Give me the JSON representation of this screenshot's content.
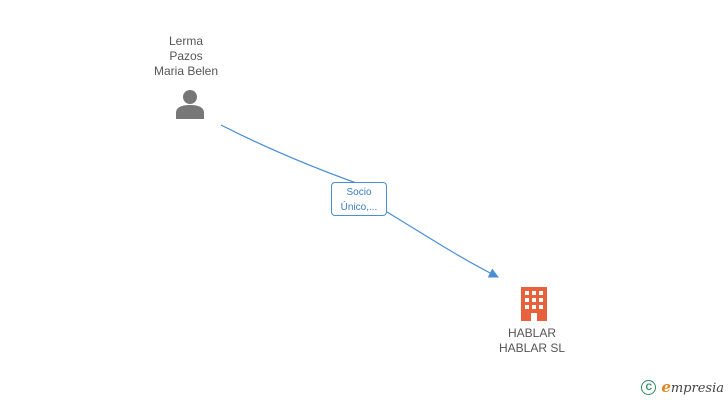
{
  "nodes": {
    "person": {
      "name_lines": [
        "Lerma",
        "Pazos",
        "Maria Belen"
      ],
      "icon": "person-icon",
      "icon_color": "#777777"
    },
    "company": {
      "name_lines": [
        "HABLAR",
        "HABLAR SL"
      ],
      "icon": "building-icon",
      "icon_color": "#e8603c"
    }
  },
  "edges": [
    {
      "from": "person",
      "to": "company",
      "label_lines": [
        "Socio",
        "Único,..."
      ],
      "color": "#4a8ed6"
    }
  ],
  "watermark": {
    "symbol": "C",
    "brand_first": "e",
    "brand_rest": "mpresia",
    "color": "#2e8a5f",
    "accent": "#e0861e"
  }
}
